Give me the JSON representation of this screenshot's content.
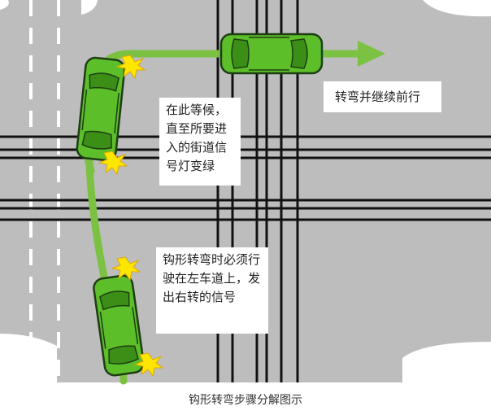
{
  "labels": {
    "wait": "在此等候，直至所要进入的街道信号灯变绿",
    "hook": "钩形转弯时必须行驶在左车道上，发出右转的信号",
    "continue": "转弯并继续前行"
  },
  "caption": "钩形转弯步骤分解图示",
  "colors": {
    "road": "#bdbdbd",
    "corner": "#ffffff",
    "lane_line": "#111111",
    "path": "#7bc142",
    "car_body": "#5cbf2a",
    "car_outline": "#1e3d14",
    "flash": "#ffe600"
  }
}
